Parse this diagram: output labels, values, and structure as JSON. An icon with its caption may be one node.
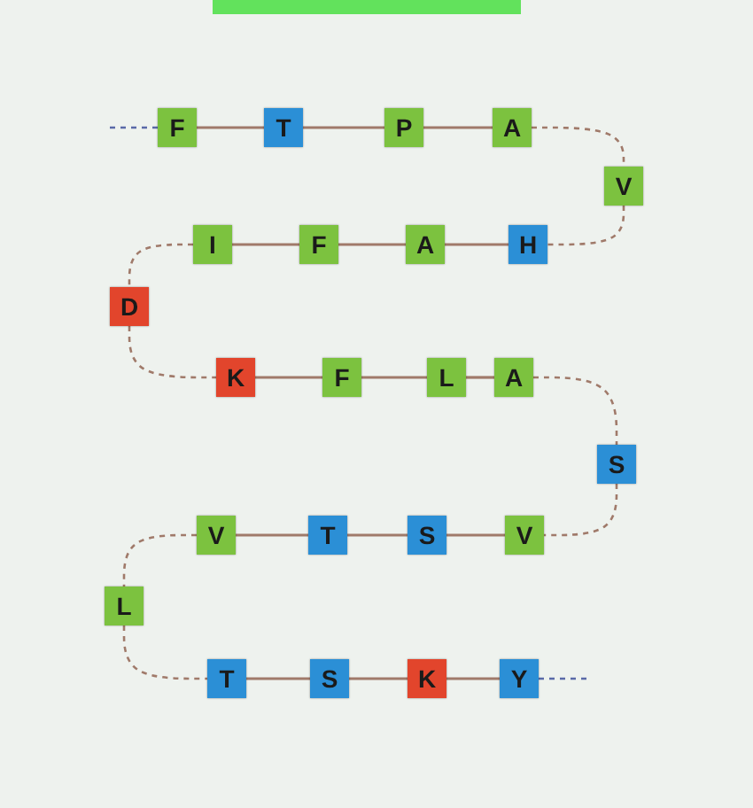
{
  "diagram": {
    "nodes": [
      {
        "text": [
          "F"
        ]
      },
      {
        "text": [
          "T"
        ]
      },
      {
        "text": [
          "P"
        ]
      },
      {
        "text": [
          "A"
        ]
      },
      {
        "text": [
          "V"
        ]
      },
      {
        "text": [
          "H"
        ]
      },
      {
        "text": [
          "A"
        ]
      },
      {
        "text": [
          "F"
        ]
      },
      {
        "text": [
          "I"
        ]
      },
      {
        "text": [
          "D"
        ]
      },
      {
        "text": [
          "K"
        ]
      },
      {
        "text": [
          "F"
        ]
      },
      {
        "text": [
          "L"
        ]
      },
      {
        "text": [
          "A"
        ]
      },
      {
        "text": [
          "S"
        ]
      },
      {
        "text": [
          "V"
        ]
      },
      {
        "text": [
          "S"
        ]
      },
      {
        "text": [
          "T"
        ]
      },
      {
        "text": [
          "V"
        ]
      },
      {
        "text": [
          "L"
        ]
      },
      {
        "text": [
          "T"
        ]
      },
      {
        "text": [
          "S"
        ]
      },
      {
        "text": [
          "K"
        ]
      },
      {
        "text": [
          "Y"
        ]
      }
    ],
    "edges": [
      {
        "from": null,
        "to": 0,
        "arrow": "none",
        "style": "dashed",
        "color": "#5a6aa8"
      },
      {
        "from": 0,
        "to": 1,
        "arrow": "none"
      },
      {
        "from": 1,
        "to": 2,
        "arrow": "none"
      },
      {
        "from": 2,
        "to": 3,
        "arrow": "none"
      },
      {
        "from": 3,
        "to": 4,
        "arrow": "none",
        "style": "dashed"
      },
      {
        "from": 4,
        "to": 5,
        "arrow": "none",
        "style": "dashed"
      },
      {
        "from": 5,
        "to": 6,
        "arrow": "none"
      },
      {
        "from": 6,
        "to": 7,
        "arrow": "none"
      },
      {
        "from": 7,
        "to": 8,
        "arrow": "none"
      },
      {
        "from": 8,
        "to": 9,
        "arrow": "none",
        "style": "dashed"
      },
      {
        "from": 9,
        "to": 10,
        "arrow": "none",
        "style": "dashed"
      },
      {
        "from": 10,
        "to": 11,
        "arrow": "none"
      },
      {
        "from": 11,
        "to": 12,
        "arrow": "none"
      },
      {
        "from": 12,
        "to": 13,
        "arrow": "none"
      },
      {
        "from": 13,
        "to": 14,
        "arrow": "none",
        "style": "dashed"
      },
      {
        "from": 14,
        "to": 15,
        "arrow": "none",
        "style": "dashed"
      },
      {
        "from": 15,
        "to": 16,
        "arrow": "none"
      },
      {
        "from": 16,
        "to": 17,
        "arrow": "none"
      },
      {
        "from": 17,
        "to": 18,
        "arrow": "none"
      },
      {
        "from": 18,
        "to": 19,
        "arrow": "none",
        "style": "dashed"
      },
      {
        "from": 19,
        "to": 20,
        "arrow": "none",
        "style": "dashed"
      },
      {
        "from": 20,
        "to": 21,
        "arrow": "none"
      },
      {
        "from": 21,
        "to": 22,
        "arrow": "none"
      },
      {
        "from": 22,
        "to": 23,
        "arrow": "none"
      },
      {
        "from": 23,
        "to": null,
        "arrow": "none",
        "style": "dashed",
        "color": "#5a6aa8"
      }
    ]
  }
}
